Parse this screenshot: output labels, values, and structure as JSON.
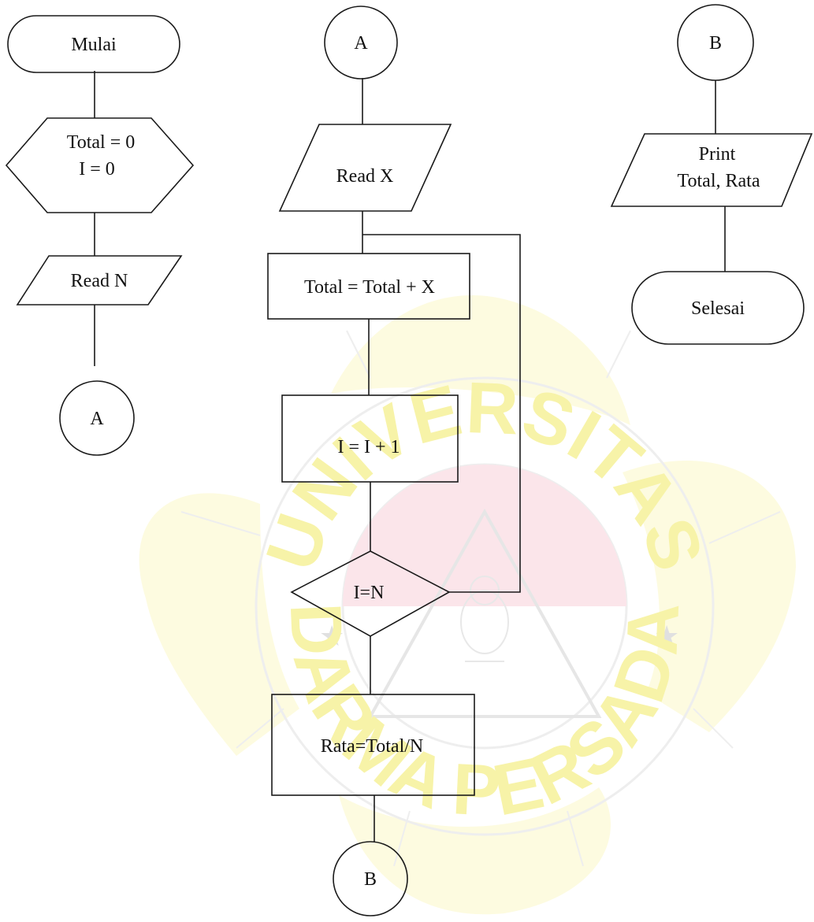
{
  "watermark": {
    "text_top": "UNIVERSITAS",
    "text_bottom": "DARMA PERSADA",
    "color_petal": "#fdfbe0",
    "color_petal_stroke": "#f2efc7",
    "color_text": "#f7f3a8",
    "color_red": "#fbe5ea",
    "color_lines": "#eeeeee"
  },
  "flowchart": {
    "start": "Mulai",
    "init_line1": "Total = 0",
    "init_line2": "I = 0",
    "read_n": "Read N",
    "connector_a1": "A",
    "connector_a2": "A",
    "read_x": "Read X",
    "sum": "Total = Total + X",
    "increment": "I = I + 1",
    "decision": "I=N",
    "average": "Rata=Total/N",
    "connector_b1": "B",
    "connector_b2": "B",
    "print_line1": "Print",
    "print_line2": "Total, Rata",
    "end": "Selesai"
  }
}
